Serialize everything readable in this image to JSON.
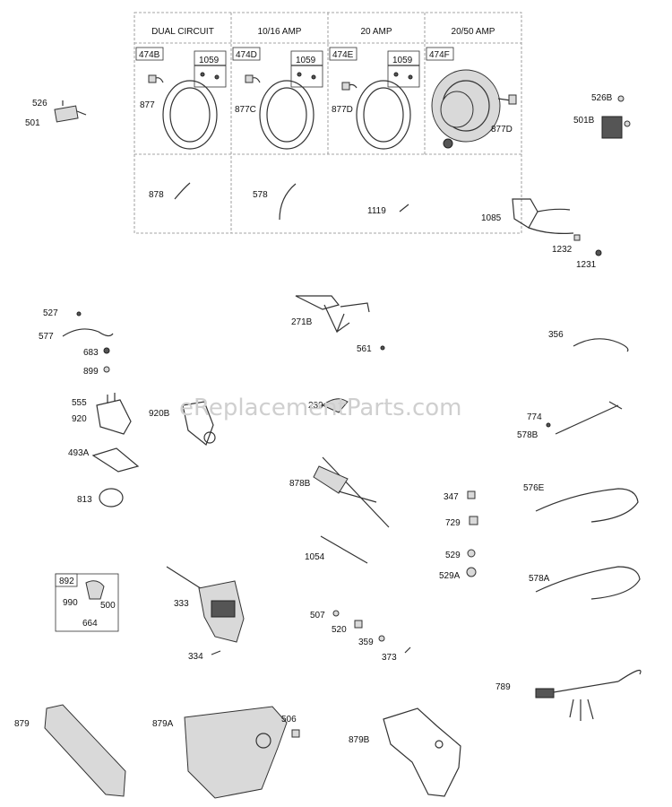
{
  "watermark": "eReplacementParts.com",
  "headers": [
    "DUAL CIRCUIT",
    "10/16 AMP",
    "20 AMP",
    "20/50 AMP"
  ],
  "stator_tags": [
    "474B",
    "474D",
    "474E",
    "474F"
  ],
  "boxed_labels": [
    "1059",
    "1059",
    "1059",
    "892"
  ],
  "labels": {
    "p526": "526",
    "p501": "501",
    "p877": "877",
    "p877C": "877C",
    "p877D": "877D",
    "p877D2": "877D",
    "p526B": "526B",
    "p501B": "501B",
    "p878": "878",
    "p578": "578",
    "p1119": "1119",
    "p1085": "1085",
    "p1232": "1232",
    "p1231": "1231",
    "p527": "527",
    "p577": "577",
    "p683": "683",
    "p899": "899",
    "p271B": "271B",
    "p561": "561",
    "p356": "356",
    "p555": "555",
    "p920": "920",
    "p920B": "920B",
    "p239": "239",
    "p774": "774",
    "p578B": "578B",
    "p493A": "493A",
    "p878B": "878B",
    "p347": "347",
    "p576E": "576E",
    "p813": "813",
    "p729": "729",
    "p1054": "1054",
    "p529": "529",
    "p529A": "529A",
    "p578A": "578A",
    "p990": "990",
    "p500": "500",
    "p664": "664",
    "p333": "333",
    "p507": "507",
    "p520": "520",
    "p359": "359",
    "p334": "334",
    "p373": "373",
    "p789": "789",
    "p879": "879",
    "p879A": "879A",
    "p506": "506",
    "p879B": "879B"
  }
}
